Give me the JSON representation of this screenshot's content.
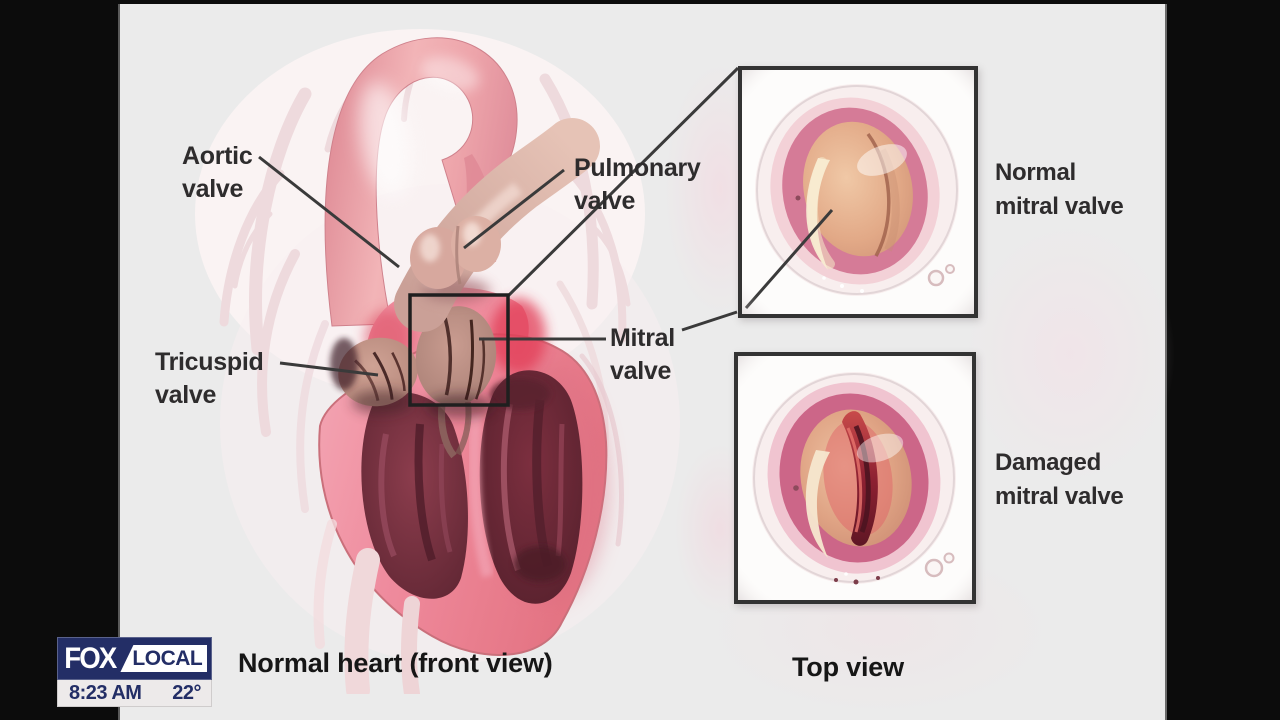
{
  "labels": {
    "aortic": "Aortic\nvalve",
    "pulmonary": "Pulmonary\nvalve",
    "tricuspid": "Tricuspid\nvalve",
    "mitral": "Mitral\nvalve"
  },
  "insets": {
    "normal": {
      "label": "Normal\nmitral valve"
    },
    "damaged": {
      "label": "Damaged\nmitral valve"
    }
  },
  "captions": {
    "front_view": "Normal heart (front view)",
    "top_view": "Top view"
  },
  "bug": {
    "brand_primary": "FOX",
    "brand_secondary": "LOCAL",
    "time": "8:23 AM",
    "temperature": "22°"
  },
  "colors": {
    "bug-navy": "#232e66",
    "bug-bar-bg": "#edeaea",
    "panel-bg": "#ebebeb",
    "label-ink": "#2e2c2d",
    "line-ink": "#3a3a3a"
  }
}
